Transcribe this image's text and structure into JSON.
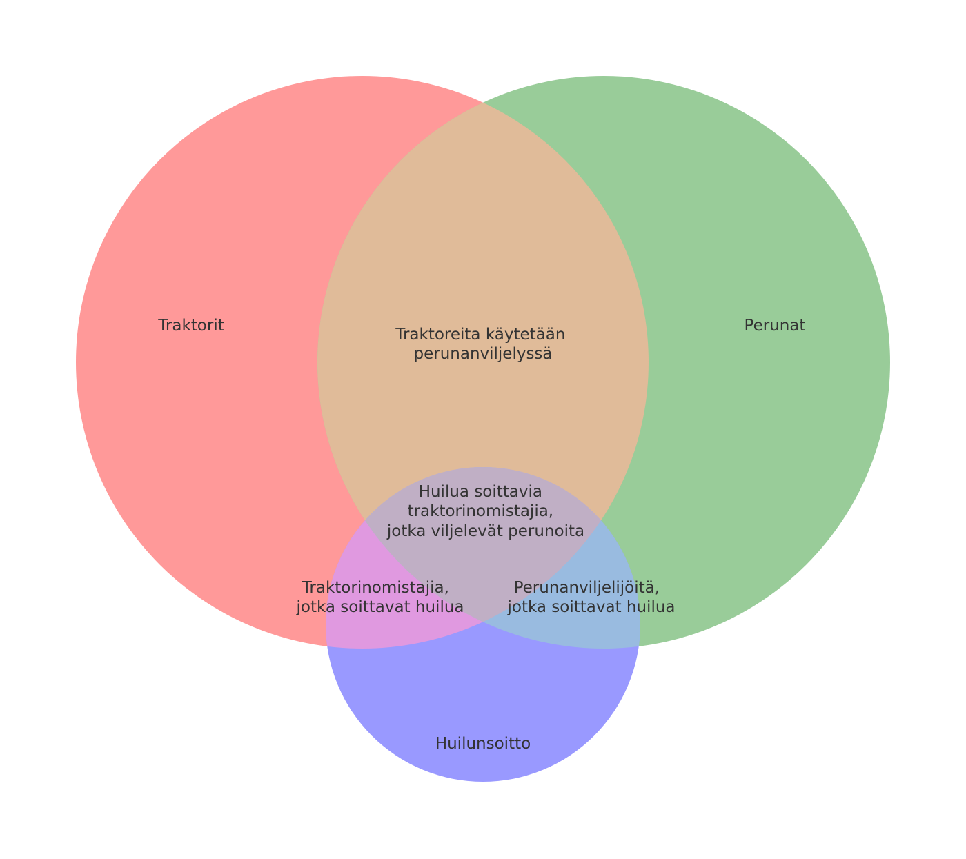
{
  "sets": [
    {
      "id": "traktorit",
      "label": "Traktorit",
      "color": "#ff9999"
    },
    {
      "id": "perunat",
      "label": "Perunat",
      "color": "#99cc99"
    },
    {
      "id": "huilunsoitto",
      "label": "Huilunsoitto",
      "color": "#9999ff"
    }
  ],
  "intersections": {
    "traktorit_perunat": [
      "Traktoreita käytetään",
      "perunanviljelyssä"
    ],
    "traktorit_huilunsoitto": [
      "Traktorinomistajia,",
      "jotka soittavat huilua"
    ],
    "perunat_huilunsoitto": [
      "Perunanviljelijöitä,",
      "jotka soittavat huilua"
    ],
    "all_three": [
      "Huilua soittavia",
      "traktorinomistajia,",
      "jotka viljelevät perunoita"
    ]
  },
  "colors": {
    "text": "#333333",
    "traktorit_perunat": "#e0bb99",
    "traktorit_huilunsoitto": "#e099e0",
    "perunat_huilunsoitto": "#99bbe0",
    "all_three": "#c0afc5"
  }
}
